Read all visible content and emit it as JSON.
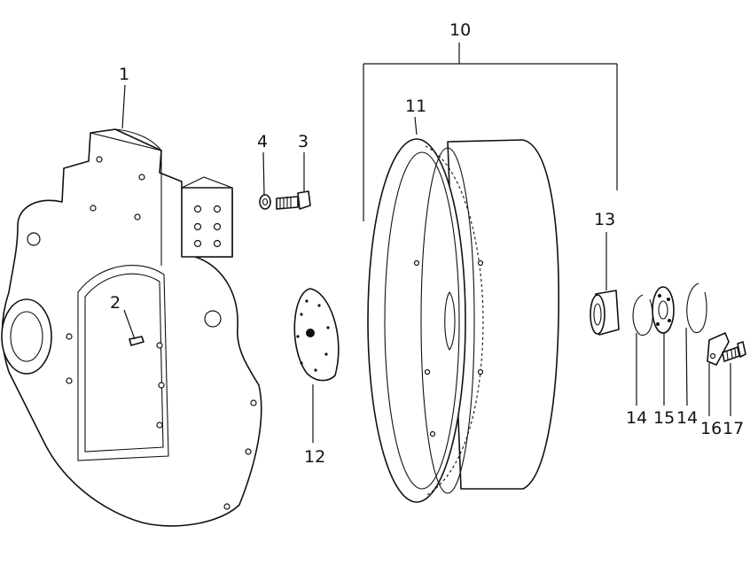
{
  "callouts": [
    {
      "id": "c1",
      "label": "1"
    },
    {
      "id": "c2",
      "label": "2"
    },
    {
      "id": "c3",
      "label": "3"
    },
    {
      "id": "c4",
      "label": "4"
    },
    {
      "id": "c10",
      "label": "10"
    },
    {
      "id": "c11",
      "label": "11"
    },
    {
      "id": "c12",
      "label": "12"
    },
    {
      "id": "c13",
      "label": "13"
    },
    {
      "id": "c14a",
      "label": "14"
    },
    {
      "id": "c15",
      "label": "15"
    },
    {
      "id": "c14b",
      "label": "14"
    },
    {
      "id": "c16",
      "label": "16"
    },
    {
      "id": "c17",
      "label": "17"
    }
  ]
}
